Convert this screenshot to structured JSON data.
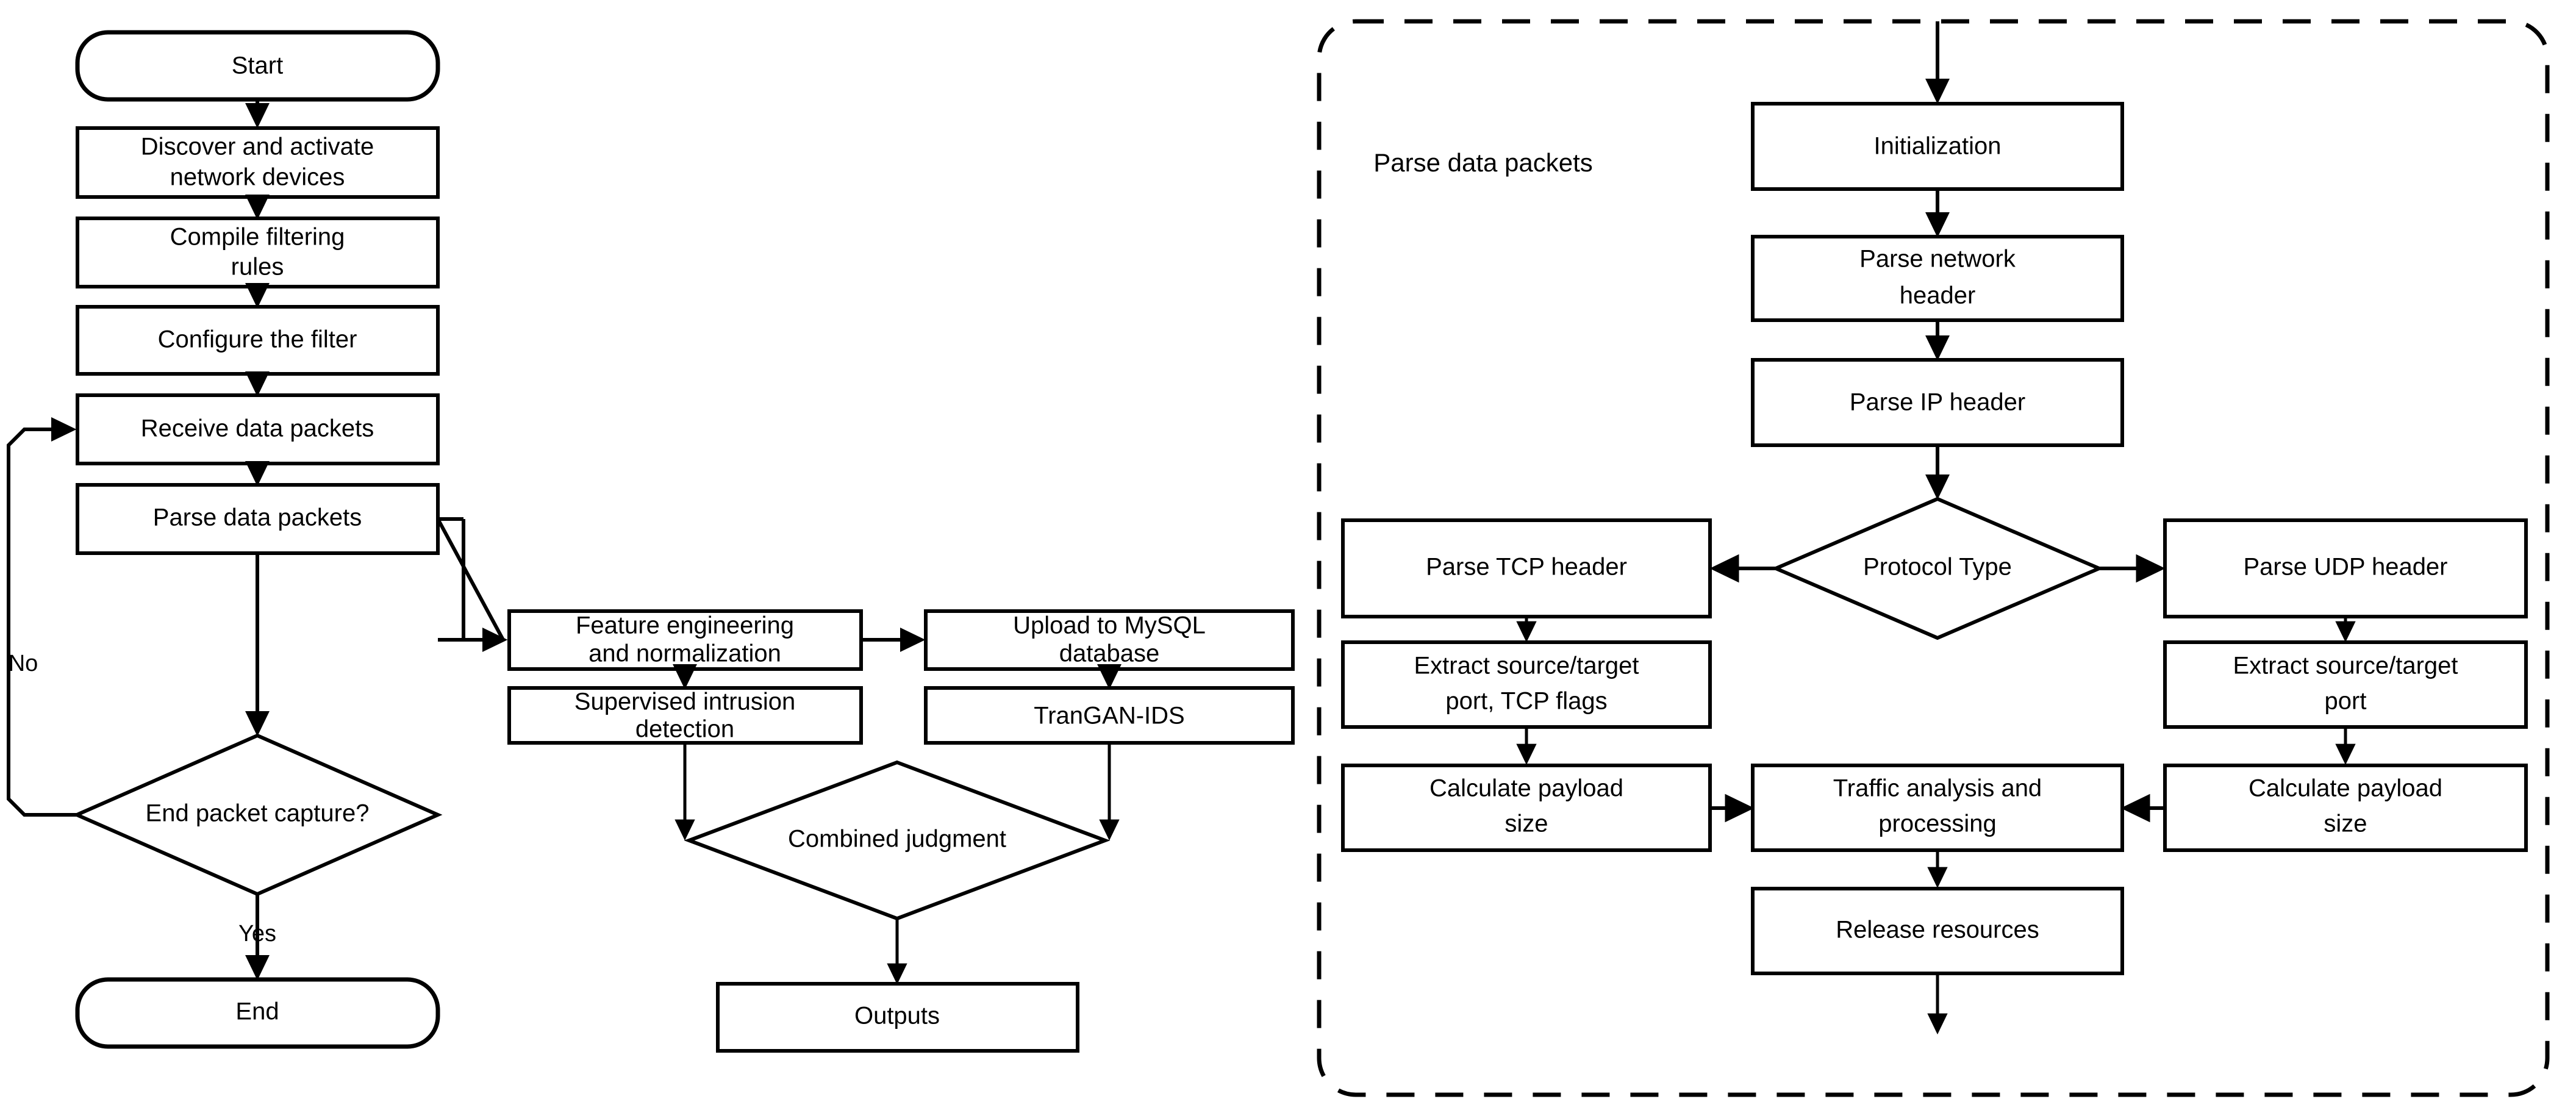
{
  "diagram": {
    "title": "Packet capture and intrusion detection flowchart",
    "colors": {
      "stroke": "#000000",
      "fill": "#ffffff",
      "text": "#000000"
    }
  },
  "left_column": {
    "nodes": [
      {
        "id": "start",
        "label": "Start",
        "shape": "terminator"
      },
      {
        "id": "discover",
        "label": "Discover and activate\nnetwork devices",
        "line1": "Discover and activate",
        "line2": "network devices",
        "shape": "process"
      },
      {
        "id": "compile",
        "label": "Compile filtering\nrules",
        "line1": "Compile filtering",
        "line2": "rules",
        "shape": "process"
      },
      {
        "id": "configure",
        "label": "Configure the filter",
        "shape": "process"
      },
      {
        "id": "receive",
        "label": "Receive data packets",
        "shape": "process"
      },
      {
        "id": "parse",
        "label": "Parse data packets",
        "shape": "process"
      },
      {
        "id": "endcapture",
        "label": "End packet capture?",
        "shape": "decision"
      },
      {
        "id": "end",
        "label": "End",
        "shape": "terminator"
      }
    ],
    "edge_labels": {
      "no": "No",
      "yes": "Yes"
    }
  },
  "middle_column": {
    "nodes": [
      {
        "id": "feature",
        "label": "Feature engineering\nand normalization",
        "line1": "Feature engineering",
        "line2": "and normalization",
        "shape": "process"
      },
      {
        "id": "upload",
        "label": "Upload to MySQL\ndatabase",
        "line1": "Upload to MySQL",
        "line2": "database",
        "shape": "process"
      },
      {
        "id": "supervised",
        "label": "Supervised intrusion\ndetection",
        "line1": "Supervised intrusion",
        "line2": "detection",
        "shape": "process"
      },
      {
        "id": "trangan",
        "label": "TranGAN-IDS",
        "shape": "process"
      },
      {
        "id": "combined",
        "label": "Combined judgment",
        "shape": "decision"
      },
      {
        "id": "outputs",
        "label": "Outputs",
        "shape": "process"
      }
    ]
  },
  "right_panel": {
    "group_label": "Parse data packets",
    "nodes": [
      {
        "id": "init",
        "label": "Initialization",
        "shape": "process"
      },
      {
        "id": "parse_net",
        "label": "Parse network\nheader",
        "line1": "Parse network",
        "line2": "header",
        "shape": "process"
      },
      {
        "id": "parse_ip",
        "label": "Parse IP header",
        "shape": "process"
      },
      {
        "id": "proto",
        "label": "Protocol Type",
        "shape": "decision"
      },
      {
        "id": "parse_tcp",
        "label": "Parse TCP header",
        "shape": "process"
      },
      {
        "id": "parse_udp",
        "label": "Parse UDP header",
        "shape": "process"
      },
      {
        "id": "extract_tcp",
        "label": "Extract source/target\nport, TCP flags",
        "line1": "Extract source/target",
        "line2": "port, TCP flags",
        "shape": "process"
      },
      {
        "id": "extract_udp",
        "label": "Extract source/target\nport",
        "line1": "Extract source/target",
        "line2": "port",
        "shape": "process"
      },
      {
        "id": "payload_tcp",
        "label": "Calculate payload\nsize",
        "line1": "Calculate payload",
        "line2": "size",
        "shape": "process"
      },
      {
        "id": "payload_udp",
        "label": "Calculate payload\nsize",
        "line1": "Calculate payload",
        "line2": "size",
        "shape": "process"
      },
      {
        "id": "traffic",
        "label": "Traffic analysis and\nprocessing",
        "line1": "Traffic analysis and",
        "line2": "processing",
        "shape": "process"
      },
      {
        "id": "release",
        "label": "Release resources",
        "shape": "process"
      }
    ]
  }
}
